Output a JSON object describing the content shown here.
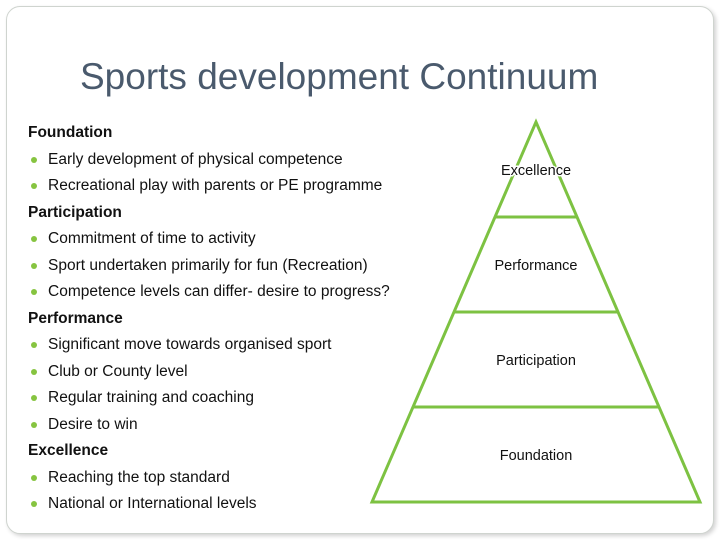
{
  "title": "Sports development Continuum",
  "sections": [
    {
      "heading": "Foundation",
      "bullets": [
        "Early development of physical competence",
        "Recreational play with parents or PE programme"
      ]
    },
    {
      "heading": "Participation",
      "bullets": [
        "Commitment of time to activity",
        "Sport undertaken primarily for fun (Recreation)",
        "Competence levels can differ- desire to progress?"
      ]
    },
    {
      "heading": "Performance",
      "bullets": [
        "Significant move towards organised sport",
        "Club or County level",
        "Regular training and coaching",
        "Desire to win"
      ]
    },
    {
      "heading": "Excellence",
      "bullets": [
        "Reaching the top standard",
        "National or International levels"
      ]
    }
  ],
  "pyramid": {
    "levels": [
      "Excellence",
      "Performance",
      "Participation",
      "Foundation"
    ],
    "line_color": "#7dc242"
  },
  "colors": {
    "title": "#4a5a6d",
    "bullet": "#86c440"
  }
}
